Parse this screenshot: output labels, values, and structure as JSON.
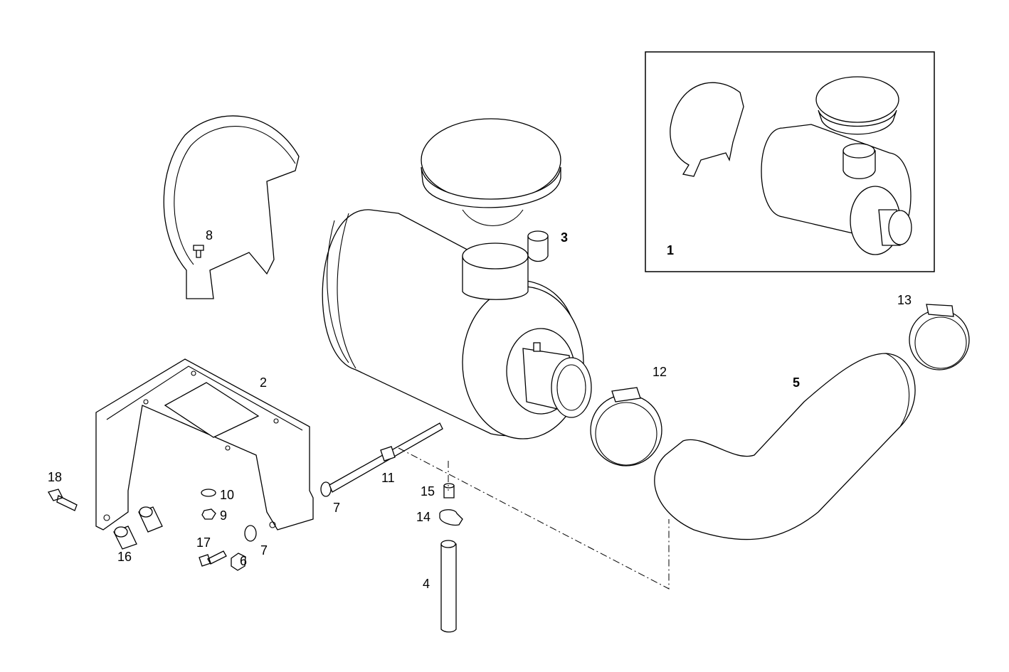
{
  "labels": {
    "p1": "1",
    "p2": "2",
    "p3": "3",
    "p4": "4",
    "p5": "5",
    "p6": "6",
    "p7a": "7",
    "p7b": "7",
    "p8": "8",
    "p9": "9",
    "p10": "10",
    "p11": "11",
    "p12": "12",
    "p13": "13",
    "p14": "14",
    "p15": "15",
    "p16": "16",
    "p17": "17",
    "p18": "18"
  }
}
